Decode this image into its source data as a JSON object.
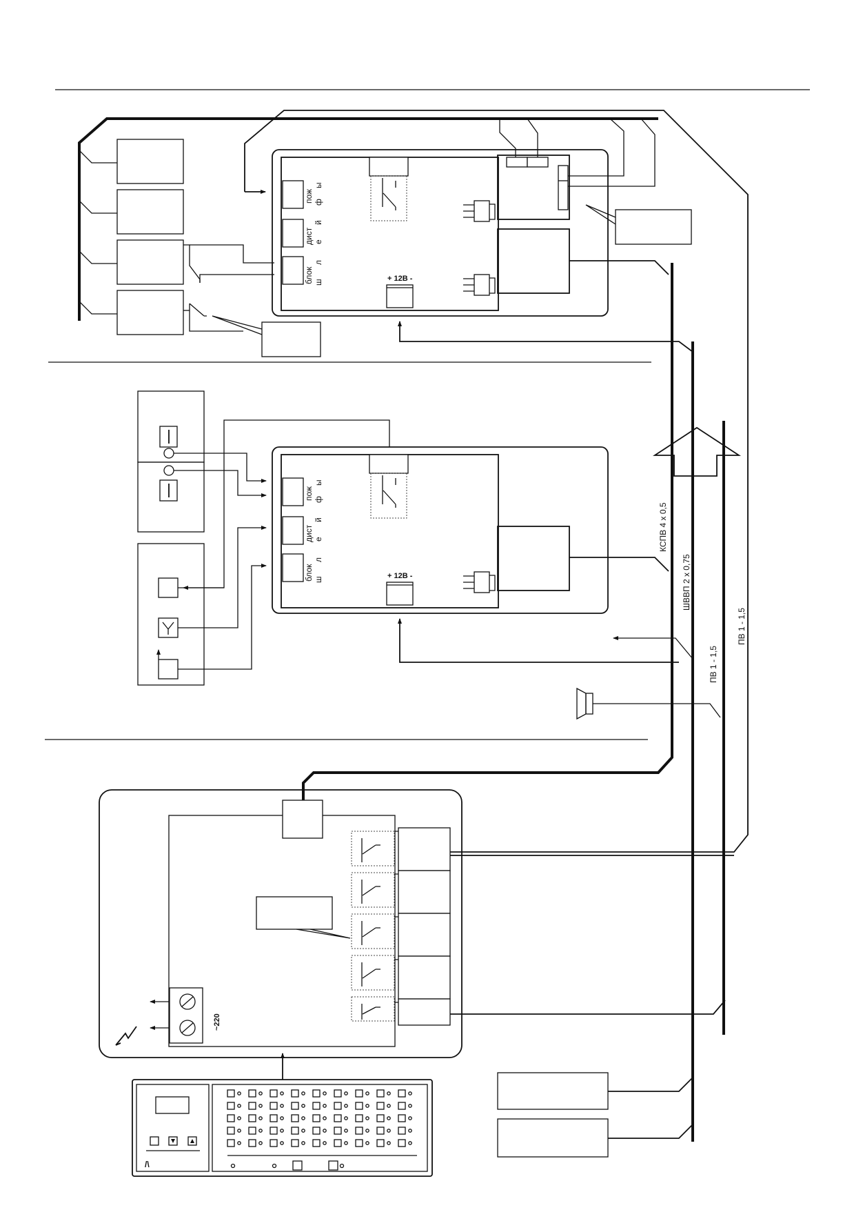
{
  "unit_labels": {
    "lbl_pozh": "пож",
    "lbl_dist": "дист",
    "lbl_blok": "блок",
    "lbl_shleyfy_1": "ш",
    "lbl_shleyfy_2": "л",
    "lbl_shleyfy_3": "е",
    "lbl_shleyfy_4": "й",
    "lbl_shleyfy_5": "ф",
    "lbl_shleyfy_6": "ы",
    "power_label": "+ 12В -"
  },
  "cables": {
    "kspv": "КСПВ 4 х 0,5",
    "shvvp": "ШВВП 2 х 0,75",
    "pv_inner": "ПВ 1 - 1,5",
    "pv_outer": "ПВ 1 - 1,5"
  },
  "mains_label": "~220",
  "keypad_logo": "/\\"
}
